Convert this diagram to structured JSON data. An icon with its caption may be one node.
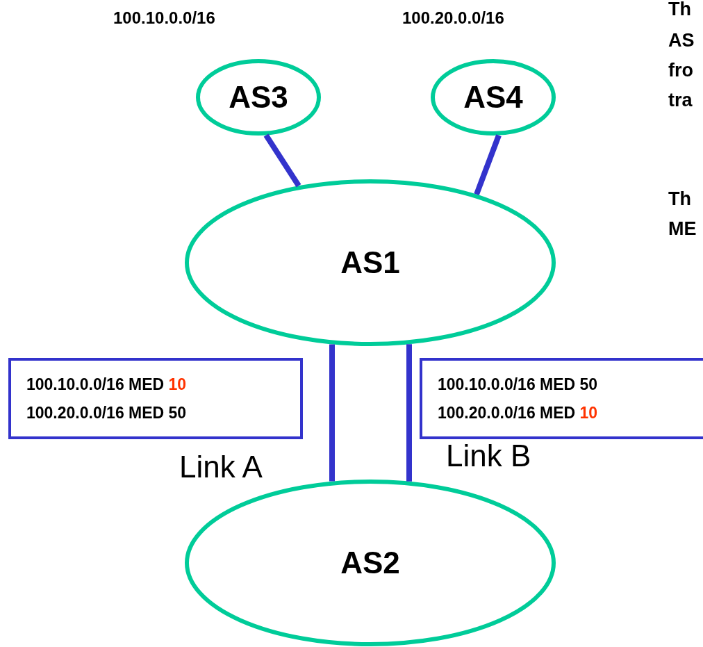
{
  "diagram": {
    "nodes": [
      {
        "text": [
          "AS3"
        ],
        "beside": [
          "100.10.0.0/16"
        ]
      },
      {
        "text": [
          "AS4"
        ],
        "beside": [
          "100.20.0.0/16"
        ]
      },
      {
        "text": [
          "AS1"
        ]
      },
      {
        "text": [
          "100.10.0.0/16 MED **10**",
          "100.20.0.0/16 MED 50"
        ]
      },
      {
        "text": [
          "100.10.0.0/16 MED 50",
          "100.20.0.0/16 MED **10**"
        ]
      },
      {
        "text": [
          "AS2"
        ]
      }
    ],
    "edges": [
      {
        "from": 0,
        "to": 2,
        "arrow": "none"
      },
      {
        "from": 1,
        "to": 2,
        "arrow": "none"
      },
      {
        "from": 2,
        "to": 5,
        "arrow": "none",
        "label": "Link A"
      },
      {
        "from": 2,
        "to": 5,
        "arrow": "none",
        "label": "Link B"
      }
    ],
    "labels": [
      "Th",
      "AS",
      "fro",
      "tra",
      "Th",
      "ME"
    ]
  }
}
